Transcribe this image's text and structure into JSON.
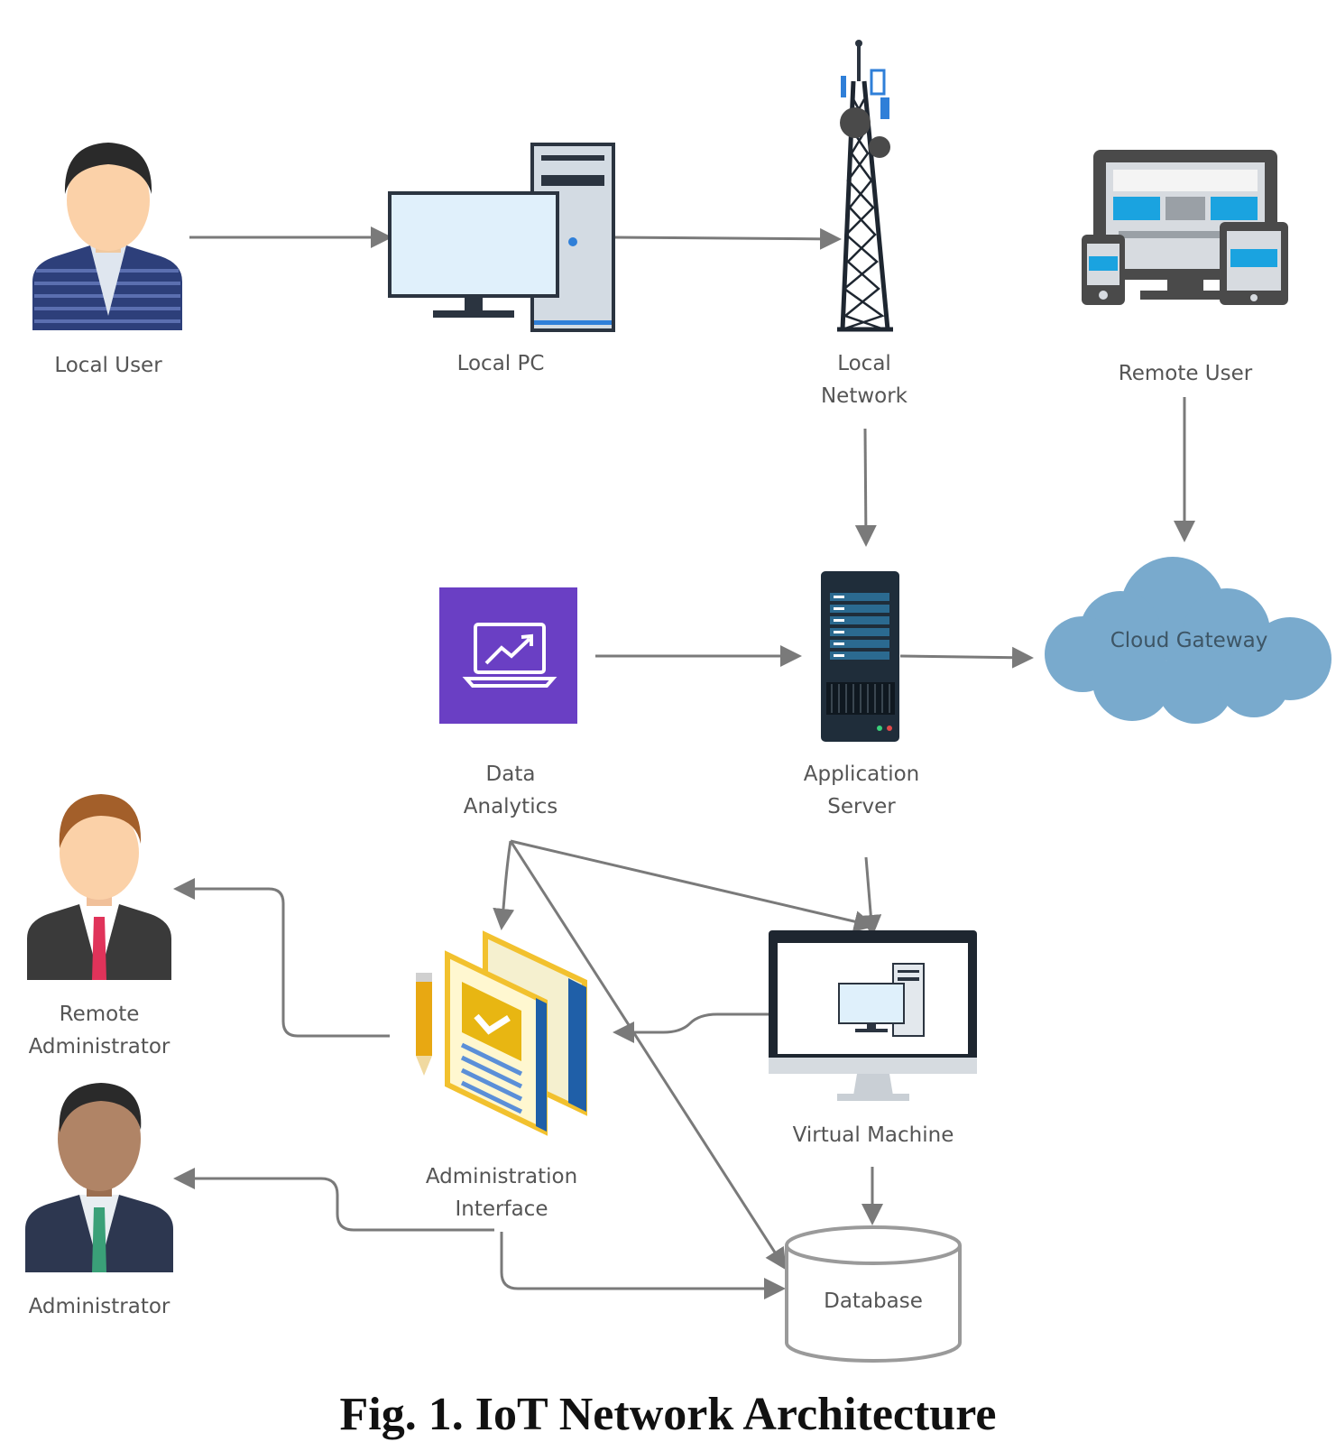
{
  "nodes": {
    "local_user": "Local User",
    "local_pc": "Local PC",
    "local_network": [
      "Local",
      "Network"
    ],
    "remote_user": "Remote User",
    "data_analytics": [
      "Data",
      "Analytics"
    ],
    "application_server": [
      "Application",
      "Server"
    ],
    "cloud_gateway": "Cloud Gateway",
    "remote_administrator": [
      "Remote",
      "Administrator"
    ],
    "administration_interface": [
      "Administration",
      "Interface"
    ],
    "virtual_machine": "Virtual Machine",
    "administrator": "Administrator",
    "database": "Database"
  },
  "caption": "Fig. 1. IoT Network Architecture",
  "colors": {
    "edge": "#7a7a7a",
    "label": "#555555",
    "cloud": "#79aacd",
    "analytics_tile": "#6a3fc4",
    "server": "#1f2d3a"
  }
}
